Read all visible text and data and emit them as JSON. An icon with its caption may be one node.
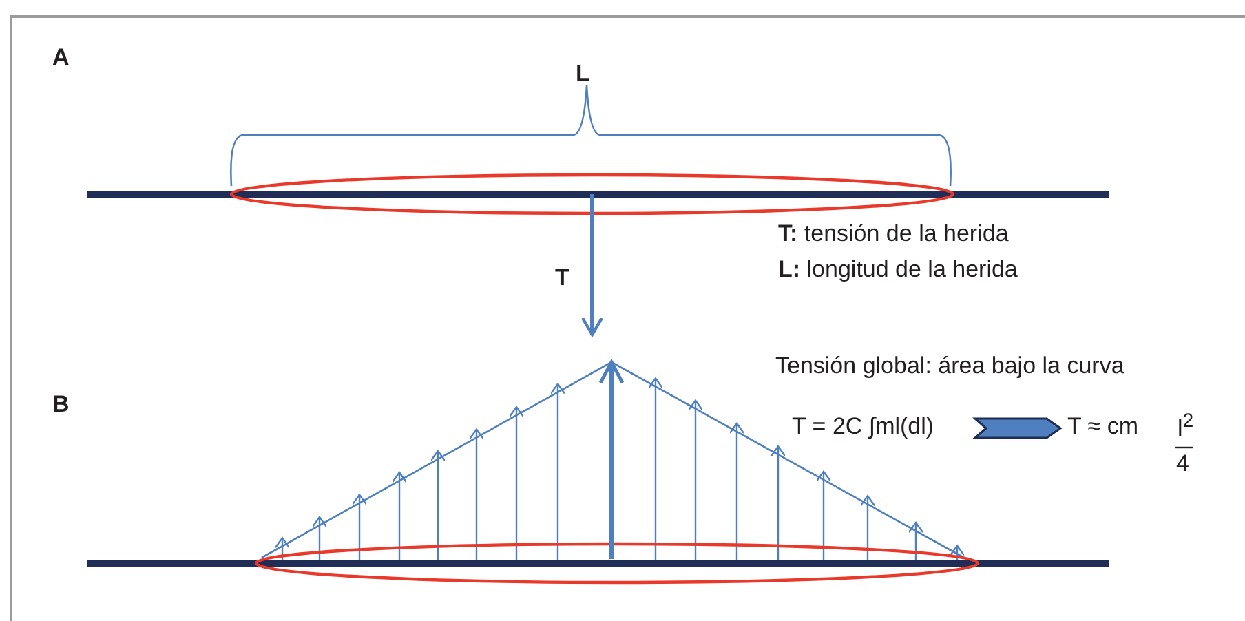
{
  "diagram": {
    "labels": [
      "A",
      "L",
      "**T:** tensión de la herida",
      "**L:** longitud de la herida",
      "T",
      "B",
      "Tensión global: área bajo la curva",
      "T = 2C ∫ml(dl)",
      "T ≈ cm",
      "l$^{2}$",
      "4"
    ]
  }
}
